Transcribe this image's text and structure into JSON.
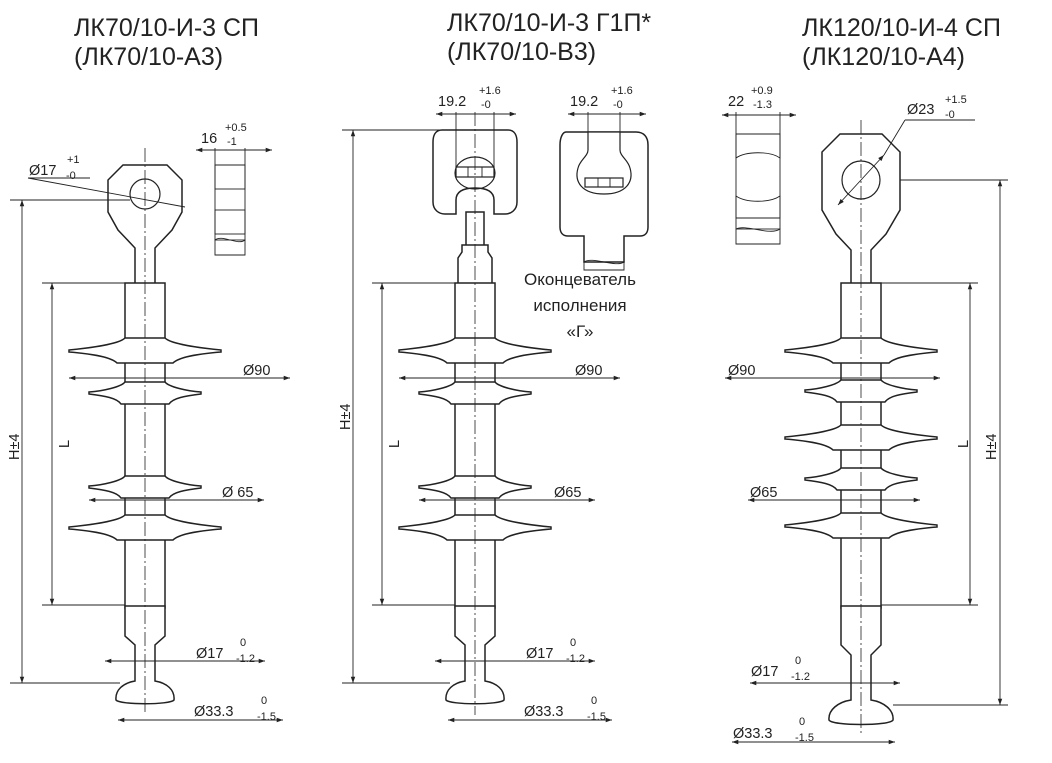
{
  "titles": {
    "left": {
      "line1": "ЛК70/10-И-3 СП",
      "line2": "(ЛК70/10-А3)"
    },
    "middle": {
      "line1": "ЛК70/10-И-3 Г1П*",
      "line2": "(ЛК70/10-В3)"
    },
    "right": {
      "line1": "ЛК120/10-И-4 СП",
      "line2": "(ЛК120/10-А4)"
    }
  },
  "labels": {
    "length": "L",
    "height": "H±4",
    "note_line1": "Оконцеватель",
    "note_line2": "исполнения",
    "note_line3": "«Г»"
  },
  "dims": {
    "left": {
      "eye_diameter": "Ø17",
      "eye_tol_upper": "+1",
      "eye_tol_lower": "-0",
      "tongue_width": "16",
      "tongue_tol_upper": "+0.5",
      "tongue_tol_lower": "-1",
      "shed_large": "Ø90",
      "shed_small": "Ø 65",
      "rod_diameter": "Ø17",
      "rod_tol_upper": "0",
      "rod_tol_lower": "-1.2",
      "ball_diameter": "Ø33.3",
      "ball_tol_upper": "0",
      "ball_tol_lower": "-1.5"
    },
    "middle": {
      "clevis_width_a": "19.2",
      "clevis_width_b": "19.2",
      "clevis_tol_upper": "+1.6",
      "clevis_tol_lower": "-0",
      "shed_large": "Ø90",
      "shed_small": "Ø65",
      "rod_diameter": "Ø17",
      "rod_tol_upper": "0",
      "rod_tol_lower": "-1.2",
      "ball_diameter": "Ø33.3",
      "ball_tol_upper": "0",
      "ball_tol_lower": "-1.5"
    },
    "right": {
      "eye_diameter": "Ø23",
      "eye_tol_upper": "+1.5",
      "eye_tol_lower": "-0",
      "tongue_width": "22",
      "tongue_tol_upper": "+0.9",
      "tongue_tol_lower": "-1.3",
      "shed_large": "Ø90",
      "shed_small": "Ø65",
      "rod_diameter": "Ø17",
      "rod_tol_upper": "0",
      "rod_tol_lower": "-1.2",
      "ball_diameter": "Ø33.3",
      "ball_tol_upper": "0",
      "ball_tol_lower": "-1.5"
    }
  }
}
